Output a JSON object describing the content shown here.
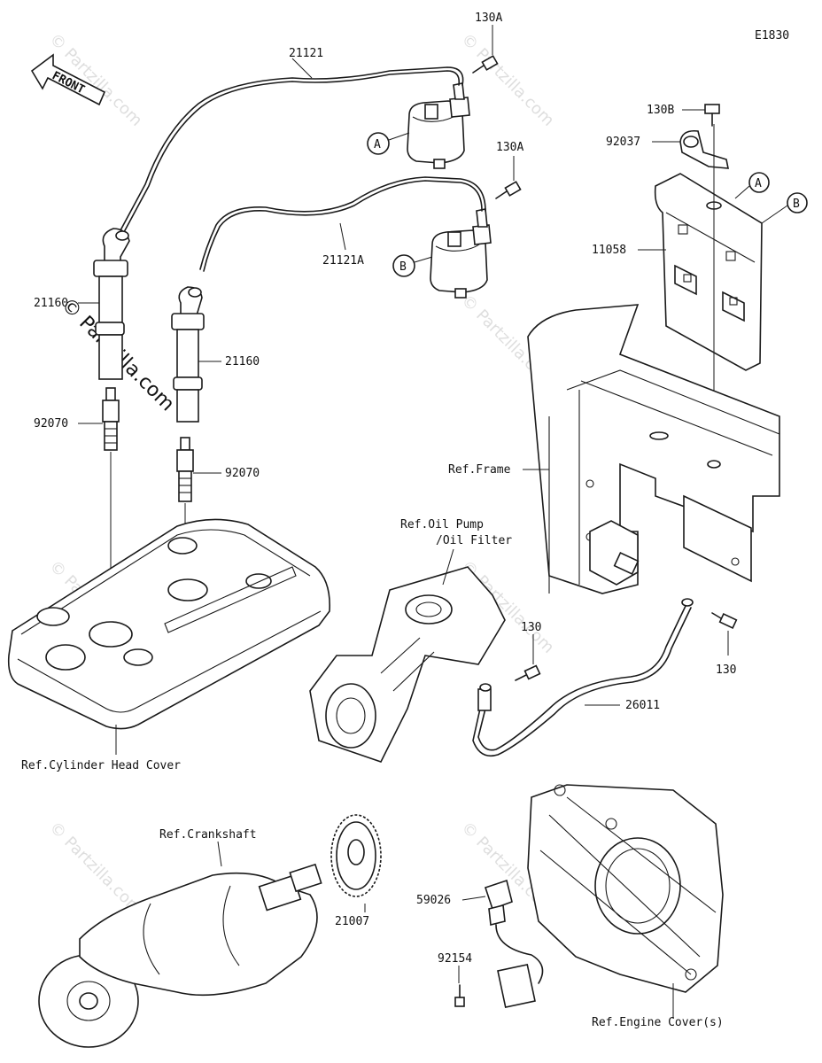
{
  "diagram_code": "E1830",
  "front_label": "FRONT",
  "watermark": "© Partzilla.com",
  "labels": {
    "p21121": "21121",
    "p130a_top": "130A",
    "p130a_mid": "130A",
    "p130b": "130B",
    "p92037": "92037",
    "p11058": "11058",
    "p21121a": "21121A",
    "p21160_left": "21160",
    "p21160_right": "21160",
    "p92070_left": "92070",
    "p92070_right": "92070",
    "ref_frame": "Ref.Frame",
    "ref_oil_pump_1": "Ref.Oil Pump",
    "ref_oil_pump_2": "/Oil Filter",
    "p130_mid": "130",
    "p130_right": "130",
    "p26011": "26011",
    "ref_cylinder": "Ref.Cylinder Head Cover",
    "ref_crankshaft": "Ref.Crankshaft",
    "p21007": "21007",
    "p59026": "59026",
    "p92154": "92154",
    "ref_engine_cover": "Ref.Engine Cover(s)",
    "callout_a_coil": "A",
    "callout_b_coil": "B",
    "callout_a_plate": "A",
    "callout_b_plate": "B"
  }
}
